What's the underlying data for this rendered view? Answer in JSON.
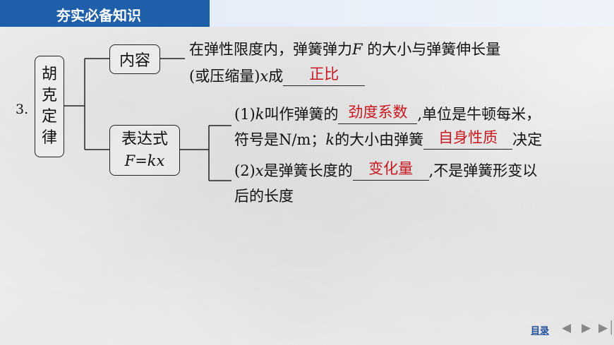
{
  "header": {
    "title": "夯实必备知识"
  },
  "item_number": "3.",
  "law_box": {
    "chars": [
      "胡",
      "克",
      "定",
      "律"
    ]
  },
  "content_box": {
    "label": "内容"
  },
  "content_text": {
    "line1": "在弹性限度内，弹簧弹力",
    "line1_var": "F",
    "line1_tail": "的大小与弹簧伸长量",
    "line2_prefix": "(或压缩量)",
    "line2_var": "x",
    "line2_mid": "成",
    "answer": "正比"
  },
  "expr_box": {
    "label": "表达式",
    "formula": "F=kx"
  },
  "expr_points": {
    "p1_prefix": "(1)",
    "p1_var": "k",
    "p1_text": "叫作弹簧的",
    "p1_answer": "劲度系数",
    "p1_tail": ",单位是牛顿每米，",
    "p1_line2_prefix": "符号是N/m；",
    "p1_line2_var": "k",
    "p1_line2_text": "的大小由弹簧",
    "p1_line2_answer": "自身性质",
    "p1_line2_tail": "决定",
    "p2_prefix": "(2)",
    "p2_var": "x",
    "p2_text": "是弹簧长度的",
    "p2_answer": "变化量",
    "p2_tail": ",不是弹簧形变以",
    "p2_line2": "后的长度"
  },
  "nav": {
    "toc": "目录",
    "prev_icon": "prev-arrow",
    "play_icon": "play-arrow",
    "next_icon": "next-arrow"
  },
  "colors": {
    "header_bg": "#1f5faa",
    "answer": "#c8171f"
  }
}
